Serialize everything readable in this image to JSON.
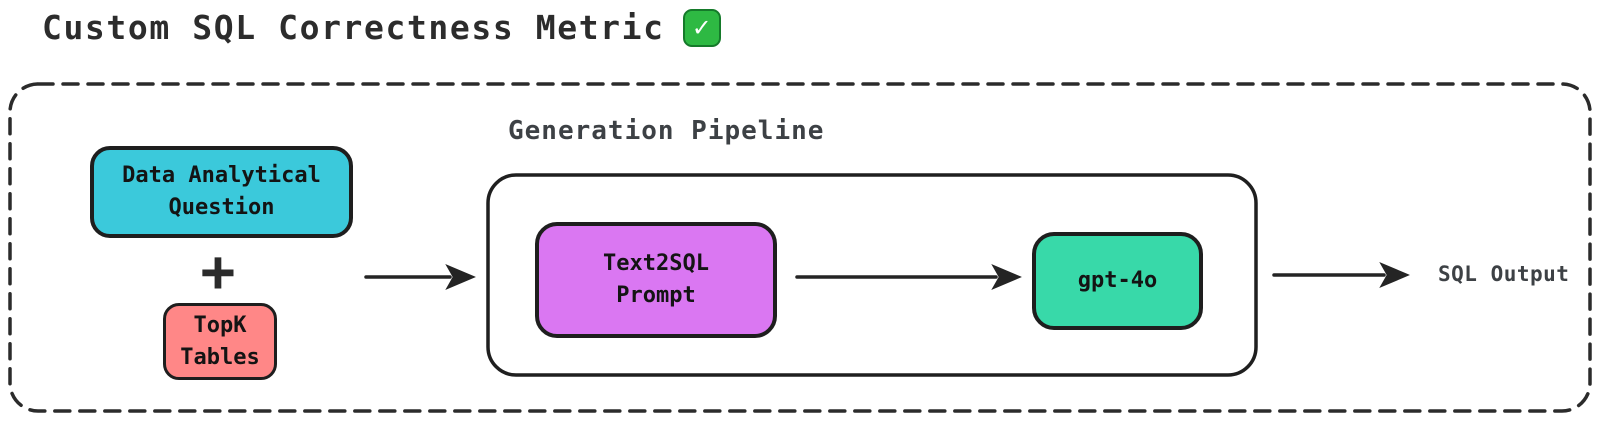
{
  "title": {
    "text": "Custom SQL Correctness Metric",
    "check_icon": "✓"
  },
  "pipeline": {
    "label": "Generation Pipeline"
  },
  "nodes": {
    "question": {
      "label": "Data Analytical\nQuestion",
      "fill": "#3bc9db"
    },
    "plus": {
      "symbol": "+"
    },
    "topk": {
      "label": "TopK\nTables",
      "fill": "#ff8787"
    },
    "prompt": {
      "label": "Text2SQL\nPrompt",
      "fill": "#da77f2"
    },
    "model": {
      "label": "gpt-4o",
      "fill": "#38d9a9"
    },
    "output": {
      "label": "SQL Output"
    }
  },
  "colors": {
    "node_border": "#1e1e1e",
    "dashed_border": "#2b2b2b",
    "arrow": "#242424",
    "section_label_text": "#3d4145",
    "title_text": "#2c2c2c",
    "check_green": "#2eb943"
  }
}
